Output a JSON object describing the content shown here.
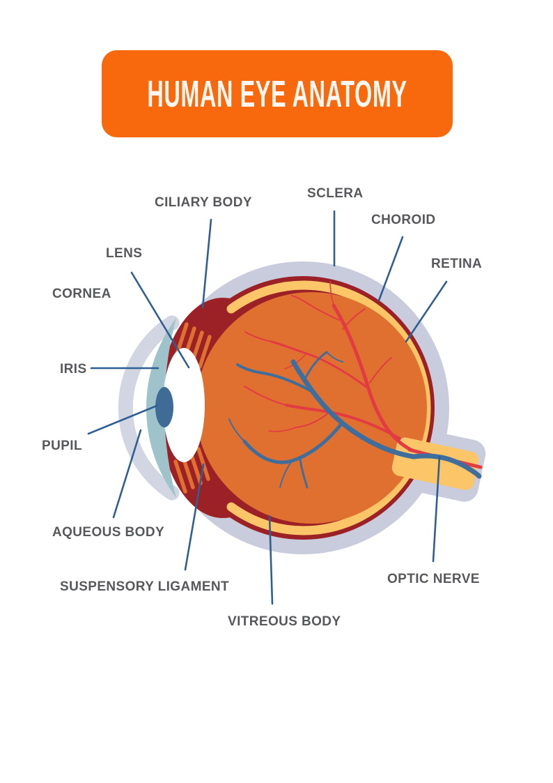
{
  "title": {
    "text": "HUMAN EYE ANATOMY"
  },
  "labels": {
    "ciliary_body": "CILIARY BODY",
    "sclera": "SCLERA",
    "choroid": "CHOROID",
    "lens": "LENS",
    "retina": "RETINA",
    "cornea": "CORNEA",
    "iris": "IRIS",
    "pupil": "PUPIL",
    "aqueous_body": "AQUEOUS BODY",
    "suspensory_ligament": "SUSPENSORY LIGAMENT",
    "optic_nerve": "OPTIC NERVE",
    "vitreous_body": "VITREOUS BODY"
  },
  "colors": {
    "banner": "#F8690E",
    "title_text": "#FAF7F2",
    "label_text": "#57585C",
    "leader_line": "#2E5E94",
    "sclera_gray": "#C9CCDC",
    "cornea_gray": "#D2D5E2",
    "choroid_dark_red": "#9C2126",
    "retina_yellow": "#FBC568",
    "vitreous_orange": "#E0702F",
    "iris_teal": "#9FC3CA",
    "pupil_blue": "#3E6C97",
    "lens_white": "#FFFFFF",
    "artery_red": "#E23B43",
    "vein_blue": "#3E6E9D"
  }
}
